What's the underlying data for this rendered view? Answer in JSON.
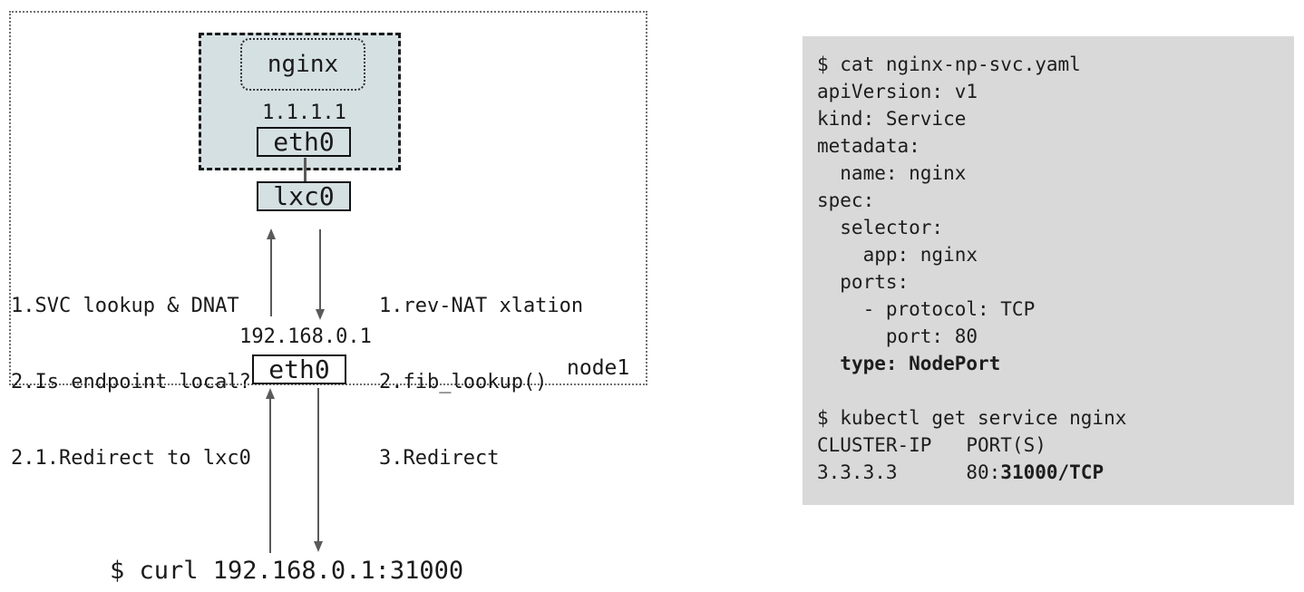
{
  "colors": {
    "pod_fill": "#d5e0e3",
    "terminal_bg": "#d9d9d9",
    "arrow_color": "#5a5a5a",
    "dotted_border": "#707070"
  },
  "diagram": {
    "node_label": "node1",
    "pod": {
      "container_label": "nginx",
      "pod_ip": "1.1.1.1",
      "iface_label": "eth0"
    },
    "lxc_label": "lxc0",
    "node_ip": "192.168.0.1",
    "node_iface_label": "eth0",
    "ingress_steps": [
      "1.SVC lookup & DNAT",
      "2.Is endpoint local?",
      "2.1.Redirect to lxc0"
    ],
    "egress_steps": [
      "1.rev-NAT xlation",
      "2.fib_lookup()",
      "3.Redirect"
    ],
    "curl_command": "$ curl 192.168.0.1:31000"
  },
  "terminal": {
    "lines": [
      {
        "pre": "$ cat nginx-np-svc.yaml"
      },
      {
        "pre": "apiVersion: v1"
      },
      {
        "pre": "kind: Service"
      },
      {
        "pre": "metadata:"
      },
      {
        "pre": "  name: nginx"
      },
      {
        "pre": "spec:"
      },
      {
        "pre": "  selector:"
      },
      {
        "pre": "    app: nginx"
      },
      {
        "pre": "  ports:"
      },
      {
        "pre": "    - protocol: TCP"
      },
      {
        "pre": "      port: 80"
      },
      {
        "pre": "  ",
        "bold": "type: NodePort"
      },
      {
        "pre": ""
      },
      {
        "pre": "$ kubectl get service nginx"
      },
      {
        "pre": "CLUSTER-IP   PORT(S)"
      },
      {
        "pre": "3.3.3.3      80:",
        "bold": "31000/TCP"
      }
    ]
  }
}
